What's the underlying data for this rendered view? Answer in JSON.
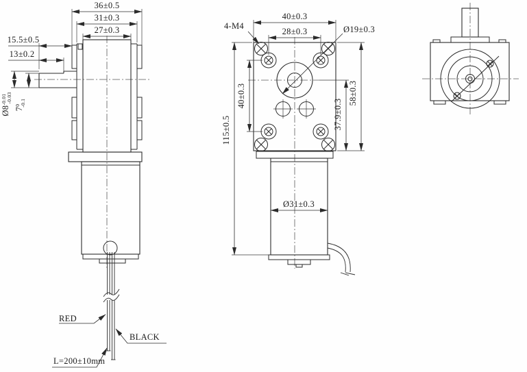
{
  "drawing": {
    "colors": {
      "line": "#2b2b2b",
      "background": "#ffffff"
    },
    "side_view": {
      "dim_overall_width": "36±0.5",
      "dim_mid_width": "31±0.3",
      "dim_body_width": "27±0.3",
      "dim_shaft_length": "15.5±0.5",
      "dim_shaft_flat_length": "13±0.2",
      "dim_shaft_diameter": "Ø8",
      "shaft_diameter_tol_upper": "-0.01",
      "shaft_diameter_tol_lower": "-0.03",
      "dim_shaft_flat_height": "7",
      "shaft_flat_tol_upper": "0",
      "shaft_flat_tol_lower": "-0.1",
      "label_wire_red": "RED",
      "label_wire_black": "BLACK",
      "label_wire_length": "L=200±10mm"
    },
    "front_view": {
      "dim_face_width": "40±0.3",
      "dim_hole_spacing_horizontal": "28±0.3",
      "label_mounting_holes": "4-M4",
      "dim_boss_diameter": "Ø19±0.3",
      "dim_hole_spacing_vertical": "40±0.3",
      "dim_overall_height": "115±0.5",
      "dim_shaft_center_to_bottom": "37.9±0.3",
      "dim_face_height": "58±0.3",
      "dim_motor_diameter": "Ø31±0.3"
    }
  }
}
